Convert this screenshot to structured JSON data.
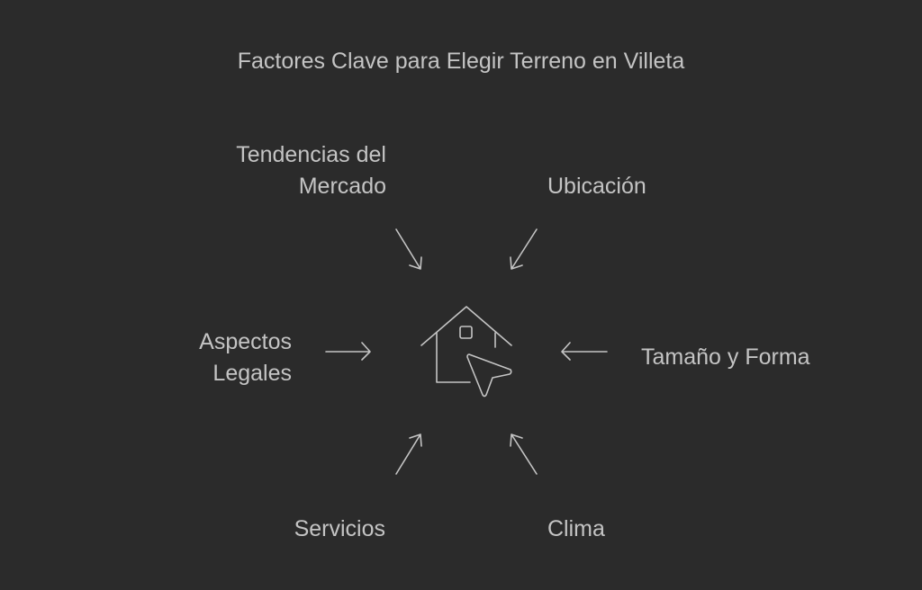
{
  "title": "Factores Clave para Elegir Terreno en Villeta",
  "factors": {
    "market_trends": [
      "Tendencias del",
      "Mercado"
    ],
    "location": "Ubicación",
    "legal": [
      "Aspectos",
      "Legales"
    ],
    "size_shape": "Tamaño y Forma",
    "services": "Servicios",
    "climate": "Clima"
  },
  "colors": {
    "background": "#2b2b2b",
    "line": "#c4c4c4"
  }
}
